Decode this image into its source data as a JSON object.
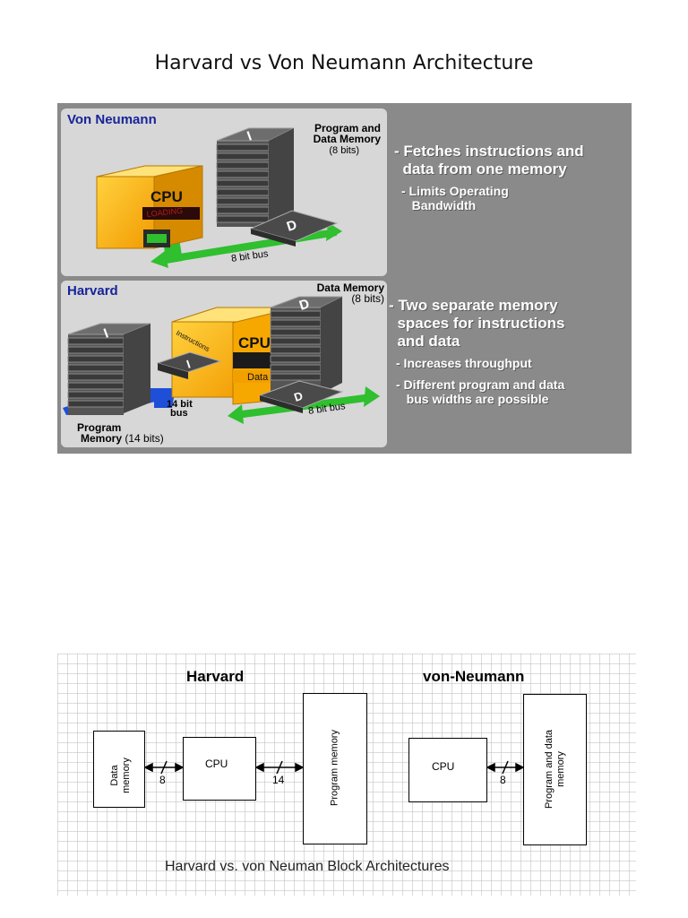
{
  "page": {
    "title": "Harvard vs Von Neumann Architecture"
  },
  "top_figure": {
    "von_neumann": {
      "heading": "Von Neumann",
      "memory_label_1": "Program and",
      "memory_label_2": "Data Memory",
      "memory_bits": "(8 bits)",
      "cpu_label": "CPU",
      "cpu_display": "LOADING",
      "stack_letter_i": "I",
      "stack_letter_d": "D",
      "bus_label": "8 bit bus",
      "desc_main": "- Fetches instructions and\n  data from one memory",
      "desc_sub": "- Limits Operating\n   Bandwidth"
    },
    "harvard": {
      "heading": "Harvard",
      "data_memory_label": "Data Memory",
      "data_memory_bits": "(8 bits)",
      "program_memory_label_1": "Program",
      "program_memory_label_2": "Memory",
      "program_memory_bits": "(14 bits)",
      "cpu_label": "CPU",
      "instructions_label": "Instructions",
      "data_label": "Data",
      "bus14_label_1": "14 bit",
      "bus14_label_2": "bus",
      "bus8_label": "8 bit bus",
      "stack_letter_i": "I",
      "stack_letter_d": "D",
      "desc_main": "- Two separate memory\n  spaces for instructions\n  and data",
      "desc_sub1": "- Increases throughput",
      "desc_sub2": "- Different program and data\n   bus widths are possible"
    }
  },
  "bottom_figure": {
    "harvard": {
      "title": "Harvard",
      "data_memory": "Data\nmemory",
      "cpu": "CPU",
      "program_memory": "Program memory",
      "bus_left_width": "8",
      "bus_right_width": "14"
    },
    "von_neumann": {
      "title": "von-Neumann",
      "cpu": "CPU",
      "memory": "Program and data\nmemory",
      "bus_width": "8"
    },
    "caption": "Harvard vs. von Neuman Block Architectures"
  },
  "colors": {
    "background_gray": "#8a8a8a",
    "panel_gray": "#d7d7d7",
    "heading_blue": "#17249a",
    "cpu_orange": "#f7a800",
    "cpu_yellow": "#ffd23f",
    "bus_green": "#2fbf2f",
    "bus_blue": "#1e4fd8"
  }
}
